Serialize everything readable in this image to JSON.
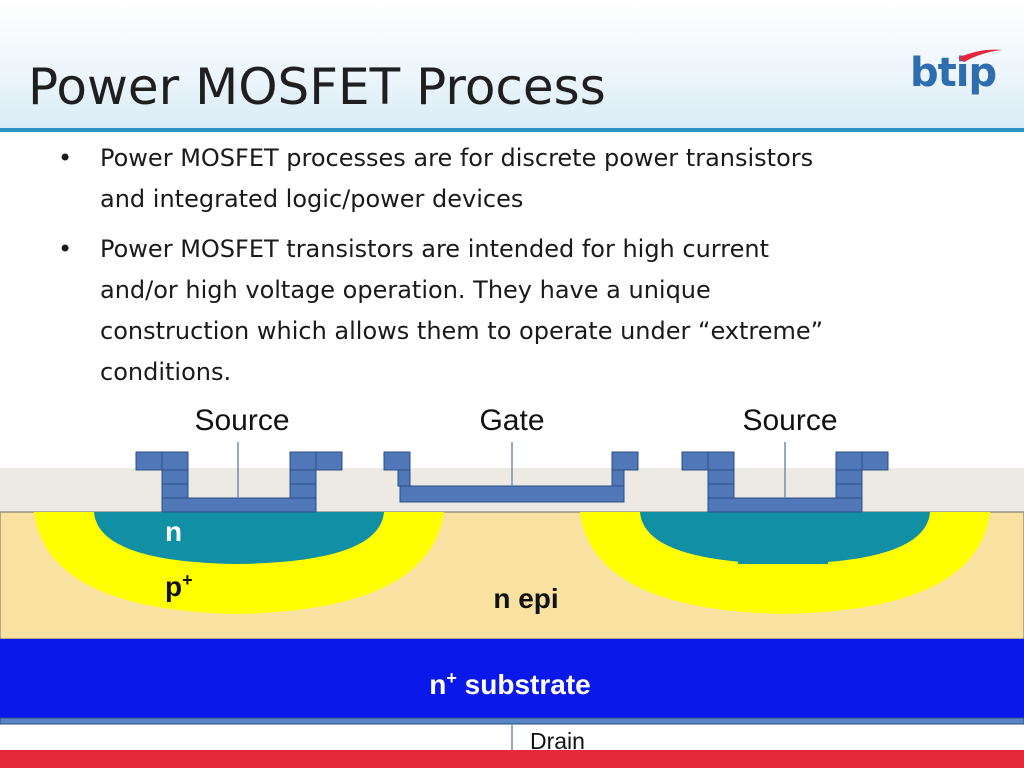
{
  "slide": {
    "title": "Power MOSFET Process",
    "logo_text": "btip",
    "bullets": [
      {
        "lines": [
          "Power MOSFET processes are for discrete power transistors",
          "and integrated logic/power devices"
        ]
      },
      {
        "lines": [
          "Power MOSFET transistors are intended for high current",
          "and/or high voltage operation.  They have a unique",
          "construction which allows them to operate under “extreme”",
          "conditions."
        ]
      }
    ],
    "bullet_glyph": "•"
  },
  "diagram": {
    "labels": {
      "source_left": "Source",
      "gate": "Gate",
      "source_right": "Source",
      "n_region": "n",
      "p_plus_base": "p",
      "p_plus_sup": "+",
      "n_epi": "n epi",
      "substrate_base": "n",
      "substrate_sup": "+",
      "substrate_rest": " substrate",
      "drain": "Drain"
    },
    "colors": {
      "oxide": "#eceae3",
      "epi": "#f9e1a1",
      "p_plus": "#ffff00",
      "n_region": "#108fa5",
      "substrate": "#0a18ea",
      "metal": "#5077b8",
      "metal_stroke": "#2b4d86",
      "drain_metal": "#5a84c4",
      "bottom_bar": "#e5283c"
    }
  }
}
